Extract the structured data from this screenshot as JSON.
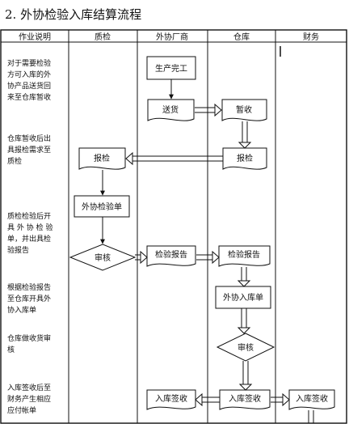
{
  "title": "2. 外协检验入库结算流程",
  "headers": [
    "作业说明",
    "质检",
    "外协厂商",
    "仓库",
    "财务"
  ],
  "notes": [
    [
      "对于需要检验",
      "方可入库的外",
      "协产品送货回",
      "来至仓库暂收"
    ],
    [
      "仓库暂收后出",
      "具报检需求至",
      "质检"
    ],
    [
      "质检检验后开",
      "具 外 协 检 验",
      "单，并出具检",
      "验报告"
    ],
    [
      "根据检验报告",
      "至仓库开具外",
      "协入库单"
    ],
    [
      "仓库做收货审",
      "核"
    ],
    [
      "入库签收后至",
      "财务产生相应",
      "应付帐单"
    ]
  ],
  "nodes": {
    "production_done": "生产完工",
    "delivery": "送货",
    "temp_receive": "暂收",
    "inspect_request_qc": "报检",
    "inspect_request_wh": "报检",
    "inspection_sheet": "外协检验单",
    "qc_review": "审核",
    "report_vendor": "检验报告",
    "report_wh": "检验报告",
    "inbound_sheet": "外协入库单",
    "wh_review": "审核",
    "sign_vendor": "入库签收",
    "sign_wh": "入库签收",
    "sign_finance": "入库签收"
  }
}
